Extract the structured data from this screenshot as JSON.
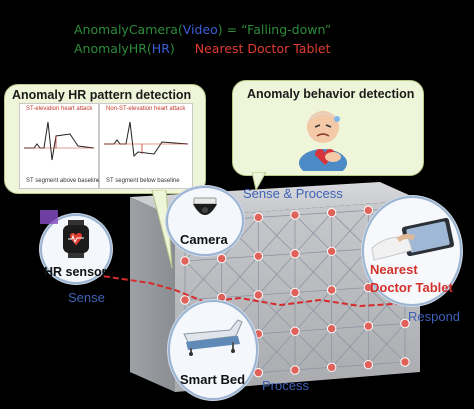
{
  "code": {
    "line1_prefix": "AnomalyCamera(",
    "line1_arg": "Video",
    "line1_suffix": ") = “Falling-down”",
    "line2_prefix": "AnomalyHR(",
    "line2_arg": "HR",
    "line2_suffix": ")",
    "line2_target": "Nearest Doctor Tablet"
  },
  "callouts": {
    "hr_title": "Anomaly HR pattern detection",
    "behavior_title": "Anomaly behavior detection",
    "ecg_left_title": "ST-elevation heart attack",
    "ecg_right_title": "Non-ST-elevation heart attack",
    "ecg_left_caption": "ST segment above baseline",
    "ecg_right_caption": "ST segment below baseline"
  },
  "nodes": {
    "camera": "Camera",
    "hr_sensor": "HR sensor",
    "smart_bed": "Smart Bed",
    "doctor_line1": "Nearest",
    "doctor_line2": "Doctor Tablet"
  },
  "flow_labels": {
    "sense_process": "Sense & Process",
    "sense": "Sense",
    "respond": "Respond",
    "process": "Process"
  },
  "colors": {
    "green": "#2e8b3a",
    "blue": "#3b5fd6",
    "red": "#e03c31",
    "callout_bg": "#eef5d8",
    "node_dot": "#e0605a"
  }
}
